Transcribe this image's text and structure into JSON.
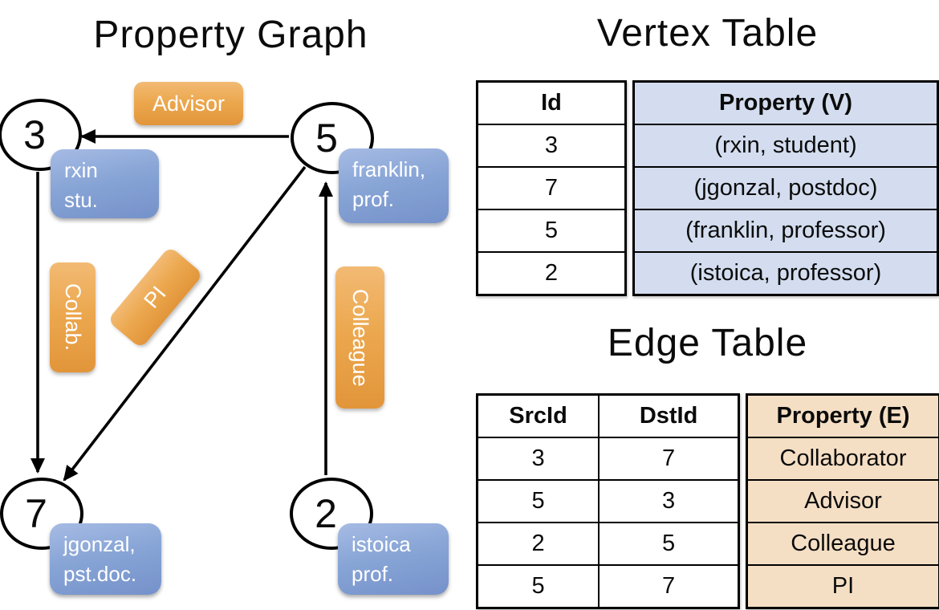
{
  "colors": {
    "edge_label_accent": "#e79b3e",
    "vertex_label_accent": "#7e9bd1",
    "vertex_cell_bg": "#d3ddef",
    "edge_cell_bg": "#f5dfc4",
    "line_color": "#000000"
  },
  "graph": {
    "title": "Property Graph",
    "nodes": {
      "v3": {
        "id": "3",
        "line1": "rxin",
        "line2": "stu."
      },
      "v5": {
        "id": "5",
        "line1": "franklin,",
        "line2": "prof."
      },
      "v7": {
        "id": "7",
        "line1": "jgonzal,",
        "line2": "pst.doc."
      },
      "v2": {
        "id": "2",
        "line1": "istoica",
        "line2": "prof."
      }
    },
    "edge_labels": {
      "advisor": "Advisor",
      "collab": "Collab.",
      "pi": "PI",
      "colleague": "Colleague"
    }
  },
  "vertex_table": {
    "title": "Vertex Table",
    "columns": [
      "Id",
      "Property (V)"
    ],
    "rows": [
      [
        "3",
        "(rxin, student)"
      ],
      [
        "7",
        "(jgonzal, postdoc)"
      ],
      [
        "5",
        "(franklin, professor)"
      ],
      [
        "2",
        "(istoica, professor)"
      ]
    ]
  },
  "edge_table": {
    "title": "Edge Table",
    "columns": [
      "SrcId",
      "DstId",
      "Property (E)"
    ],
    "rows": [
      [
        "3",
        "7",
        "Collaborator"
      ],
      [
        "5",
        "3",
        "Advisor"
      ],
      [
        "2",
        "5",
        "Colleague"
      ],
      [
        "5",
        "7",
        "PI"
      ]
    ]
  }
}
